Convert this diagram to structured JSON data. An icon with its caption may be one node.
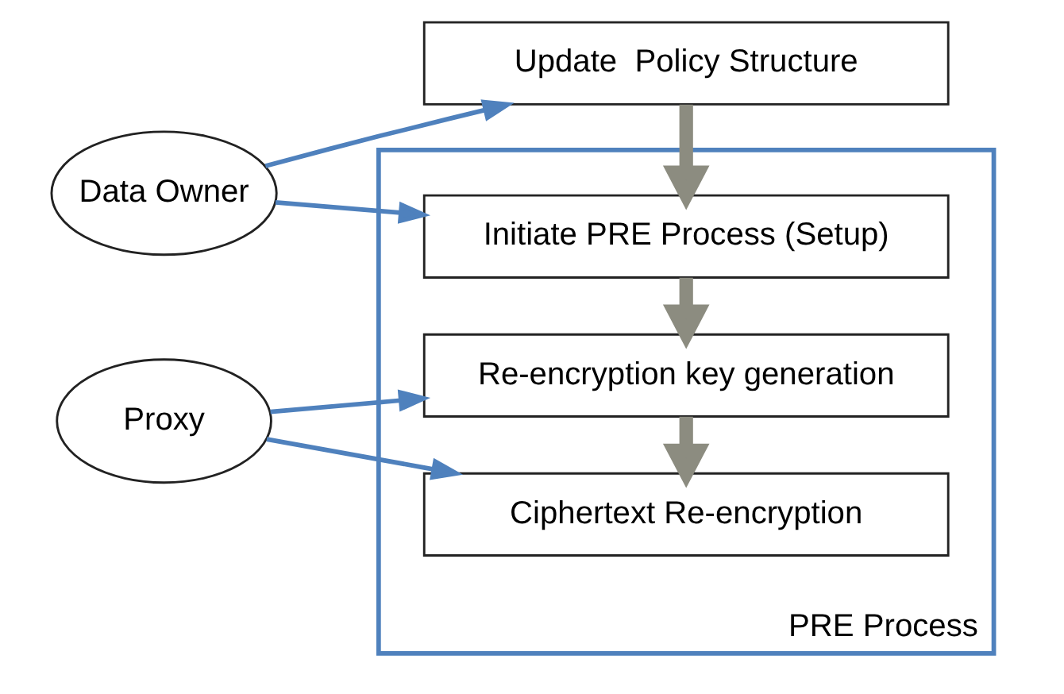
{
  "diagram": {
    "nodes": [
      {
        "text": [
          "Data Owner"
        ]
      },
      {
        "text": [
          "Update  Policy Structure"
        ]
      },
      {
        "text": [
          "PRE Process"
        ]
      },
      {
        "text": [
          "Initiate PRE Process (Setup)"
        ],
        "in": 2
      },
      {
        "text": [
          "Proxy"
        ]
      },
      {
        "text": [
          "Re-encryption key generation"
        ],
        "in": 2
      },
      {
        "text": [
          "Ciphertext Re-encryption"
        ],
        "in": 2
      }
    ],
    "edges": [
      {
        "from": 0,
        "to": 1,
        "arrow": "to"
      },
      {
        "from": 0,
        "to": 3,
        "arrow": "to"
      },
      {
        "from": 1,
        "to": 3,
        "arrow": "to",
        "style": "thick",
        "color": "#8c8c80"
      },
      {
        "from": 3,
        "to": 5,
        "arrow": "to",
        "style": "thick",
        "color": "#8c8c80"
      },
      {
        "from": 4,
        "to": 5,
        "arrow": "to"
      },
      {
        "from": 4,
        "to": 6,
        "arrow": "to"
      },
      {
        "from": 5,
        "to": 6,
        "arrow": "to",
        "style": "thick",
        "color": "#8c8c80"
      }
    ]
  }
}
